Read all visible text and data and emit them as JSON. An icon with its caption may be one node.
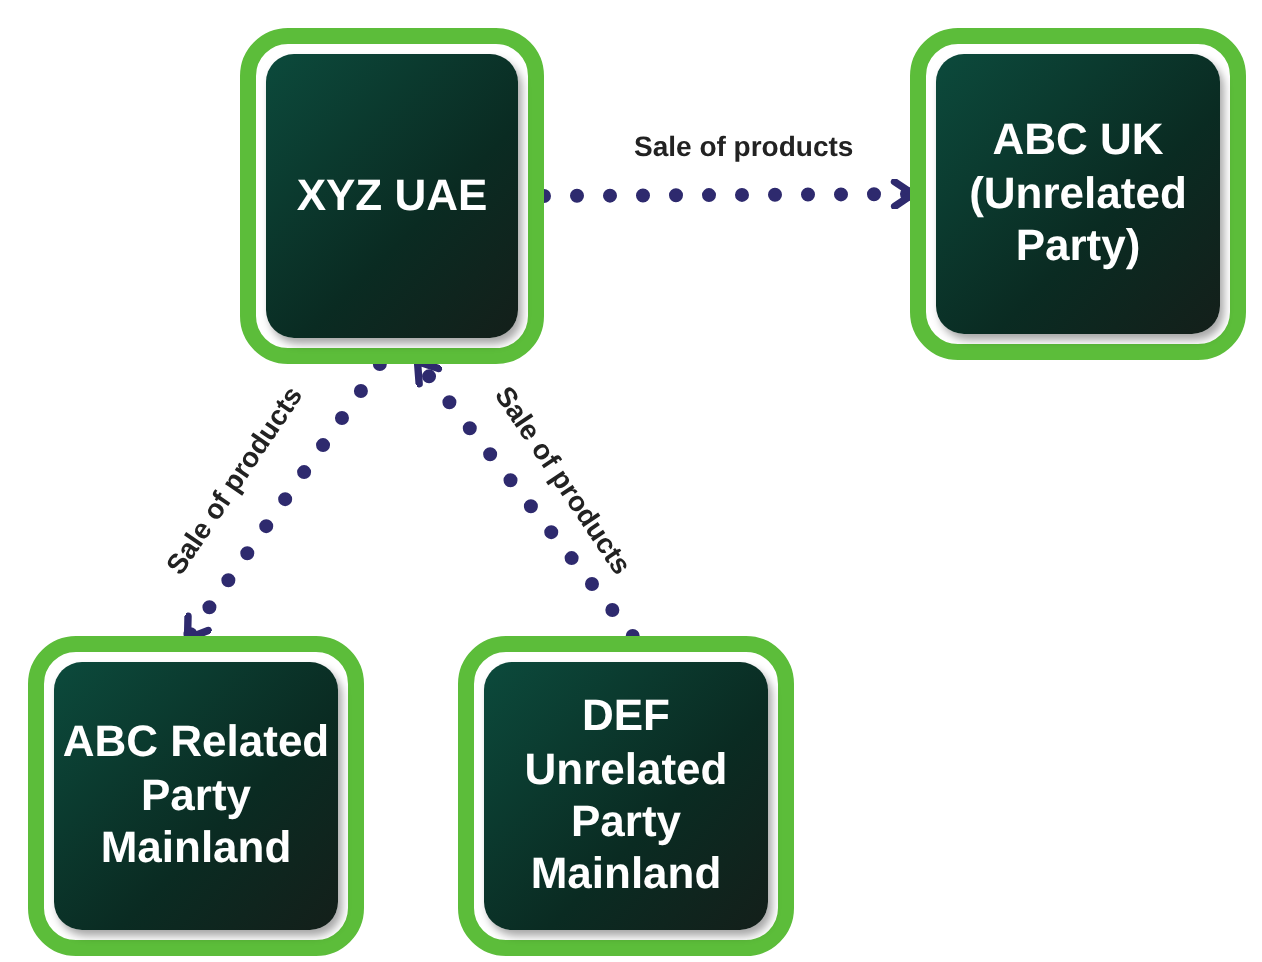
{
  "diagram": {
    "nodes": [
      {
        "text": [
          "XYZ UAE"
        ]
      },
      {
        "text": [
          "ABC UK (Unrelated Party)"
        ]
      },
      {
        "text": [
          "ABC Related Party Mainland"
        ]
      },
      {
        "text": [
          "DEF Unrelated Party Mainland"
        ]
      }
    ],
    "edges": [
      {
        "from": 0,
        "to": 1,
        "arrow": "to",
        "label": "Sale of products"
      },
      {
        "from": 0,
        "to": 2,
        "arrow": "to",
        "label": "Sale of products"
      },
      {
        "from": 3,
        "to": 0,
        "arrow": "to",
        "label": "Sale of products"
      }
    ]
  }
}
